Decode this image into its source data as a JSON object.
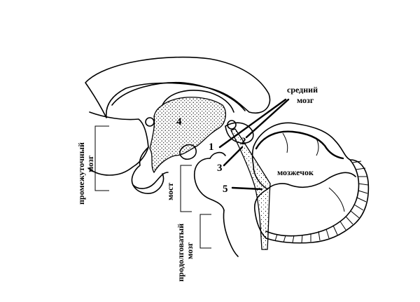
{
  "labels": {
    "midbrain_line1": "средний",
    "midbrain_line2": "мозг",
    "cerebellum": "мозжечок",
    "diencephalon_line1": "промежуточный",
    "diencephalon_line2": "мозг",
    "pons": "мост",
    "medulla_line1": "продолговатый",
    "medulla_line2": "мозг"
  },
  "numbers": {
    "n1": "1",
    "n2": "2",
    "n3": "3",
    "n4": "4",
    "n5": "5"
  }
}
